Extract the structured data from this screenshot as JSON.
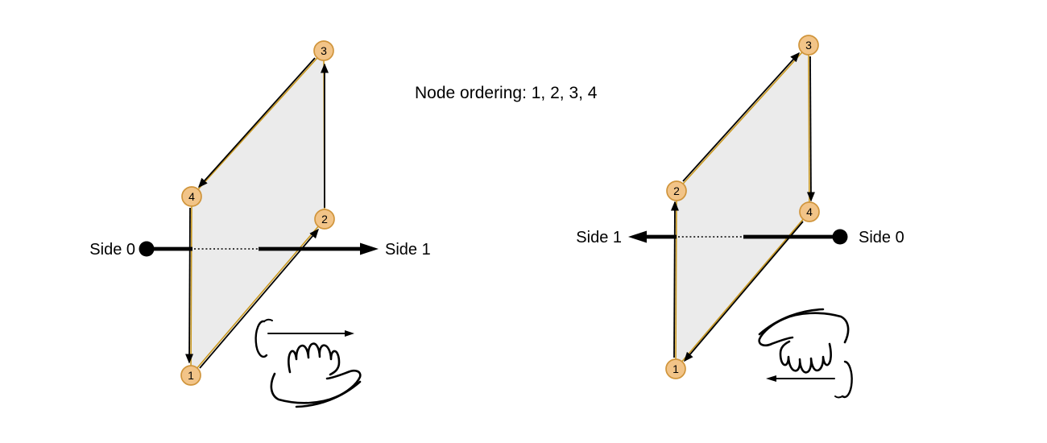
{
  "title": "Node ordering: 1, 2, 3, 4",
  "colors": {
    "node_fill": "#F2C488",
    "node_stroke": "#D0953C",
    "quad_fill": "#EBEBEB",
    "quad_edge_gold": "#C9981F",
    "line_black": "#000000",
    "background": "#FFFFFF"
  },
  "left_diagram": {
    "side_left_label": "Side 0",
    "side_right_label": "Side 1",
    "nodes": [
      {
        "label": "1"
      },
      {
        "label": "2"
      },
      {
        "label": "3"
      },
      {
        "label": "4"
      }
    ],
    "traversal": "1 → 2 → 3 → 4 → 1",
    "hand_icon": "right-hand-rule-thumb-right-icon"
  },
  "right_diagram": {
    "side_left_label": "Side 1",
    "side_right_label": "Side 0",
    "nodes": [
      {
        "label": "1"
      },
      {
        "label": "2"
      },
      {
        "label": "3"
      },
      {
        "label": "4"
      }
    ],
    "traversal": "1 → 2 → 3 → 4 → 1",
    "hand_icon": "right-hand-rule-thumb-left-icon"
  }
}
